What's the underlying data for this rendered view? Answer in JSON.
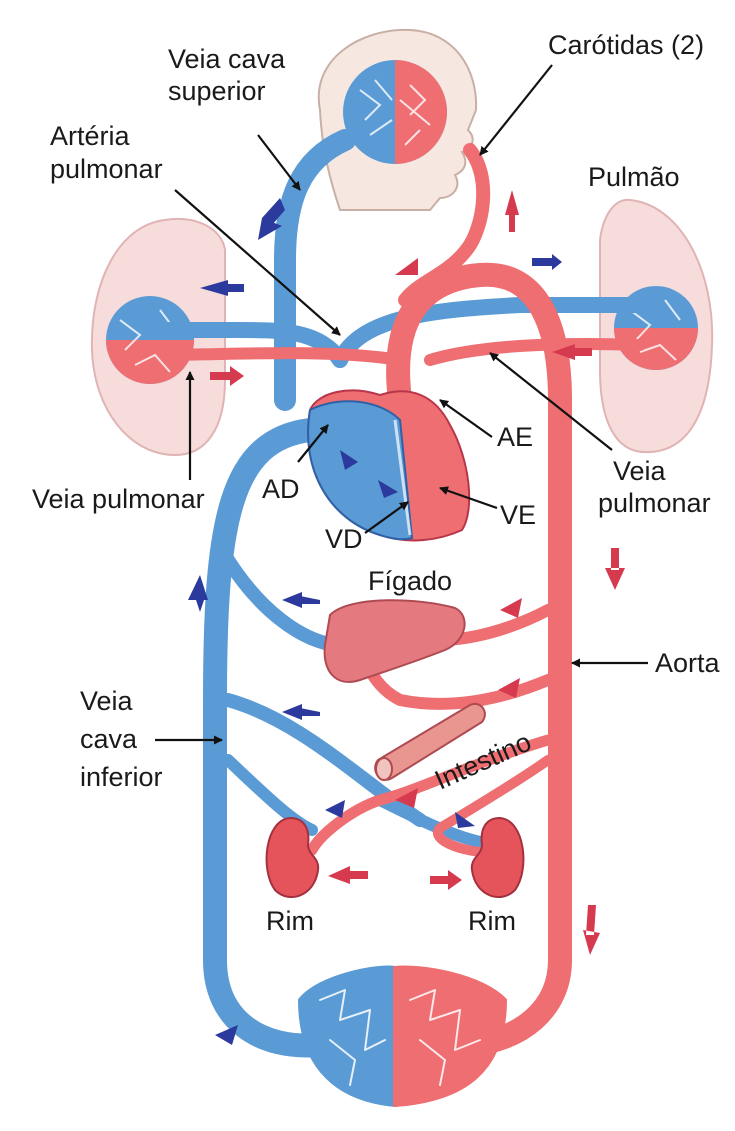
{
  "labels": {
    "veia_cava_superior_1": "Veia cava",
    "veia_cava_superior_2": "superior",
    "carotidas": "Carótidas (2)",
    "arteria_pulmonar_1": "Artéria",
    "arteria_pulmonar_2": "pulmonar",
    "pulmao": "Pulmão",
    "ae": "AE",
    "ad": "AD",
    "vd": "VD",
    "ve": "VE",
    "veia_pulmonar_left": "Veia pulmonar",
    "veia_pulmonar_right_1": "Veia",
    "veia_pulmonar_right_2": "pulmonar",
    "figado": "Fígado",
    "aorta": "Aorta",
    "veia_cava_inferior_1": "Veia",
    "veia_cava_inferior_2": "cava",
    "veia_cava_inferior_3": "inferior",
    "intestino": "Intestino",
    "rim_left": "Rim",
    "rim_right": "Rim"
  },
  "colors": {
    "venous": "#5b9bd5",
    "venous_dark": "#2e62a8",
    "arterial": "#ee6e72",
    "arterial_dark": "#c93a43",
    "arrow_blue": "#2b3a9c",
    "arrow_red": "#d63a4e",
    "lung": "#f7dcdc",
    "organ": "#e47a7f",
    "skin": "#f6e8e0"
  }
}
